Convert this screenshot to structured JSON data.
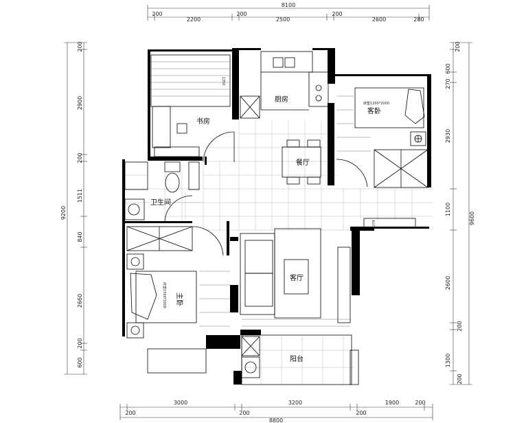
{
  "dimensions": {
    "top_total": "8100",
    "top_segments": [
      "200",
      "2200",
      "200",
      "2500",
      "200",
      "2600",
      "280"
    ],
    "bottom_total": "8800",
    "bottom_segments": [
      "3000",
      "3200",
      "1900",
      "200"
    ],
    "bottom_offsets": [
      "200",
      "200",
      "200"
    ],
    "left_total": "9200",
    "left_segments": [
      "200",
      "2900",
      "200",
      "1511",
      "840",
      "2660",
      "200",
      "600"
    ],
    "right_total": "9600",
    "right_segments": [
      "200",
      "600",
      "270",
      "2930",
      "1100",
      "2600",
      "200",
      "1300",
      "200"
    ]
  },
  "rooms": {
    "study": "书房",
    "kitchen": "厨房",
    "guest_bedroom": "客卧",
    "dining": "餐厅",
    "bathroom": "卫生间",
    "master_bedroom": "主卧",
    "living_room": "客厅",
    "balcony": "阳台"
  },
  "annotations": {
    "kitchen_depth": "1350",
    "guest_bed_size": "床垫1200*2000",
    "master_bed_size": "床垫1500*2000",
    "cabinet_depth": "274"
  }
}
